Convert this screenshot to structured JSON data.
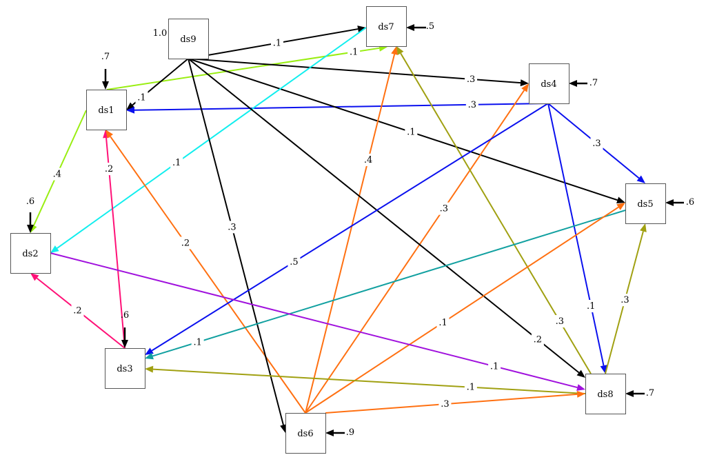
{
  "nodes": [
    {
      "id": "ds9",
      "label": "ds9",
      "error": "1.0"
    },
    {
      "id": "ds7",
      "label": "ds7",
      "error": ".5"
    },
    {
      "id": "ds4",
      "label": "ds4",
      "error": ".7"
    },
    {
      "id": "ds1",
      "label": "ds1",
      "error": ".7"
    },
    {
      "id": "ds5",
      "label": "ds5",
      "error": ".6"
    },
    {
      "id": "ds2",
      "label": "ds2",
      "error": ".6"
    },
    {
      "id": "ds3",
      "label": "ds3",
      "error": ".6"
    },
    {
      "id": "ds8",
      "label": "ds8",
      "error": ".7"
    },
    {
      "id": "ds6",
      "label": "ds6",
      "error": ".9"
    }
  ],
  "edges": [
    {
      "from": "ds9",
      "to": "ds7",
      "label": ".1",
      "color": "#000000"
    },
    {
      "from": "ds1",
      "to": "ds7",
      "label": ".1",
      "color": "#99ee11"
    },
    {
      "from": "ds9",
      "to": "ds1",
      "label": ".1",
      "color": "#000000"
    },
    {
      "from": "ds9",
      "to": "ds4",
      "label": ".3",
      "color": "#000000"
    },
    {
      "from": "ds4",
      "to": "ds1",
      "label": ".3",
      "color": "#0a10ee"
    },
    {
      "from": "ds9",
      "to": "ds5",
      "label": ".1",
      "color": "#000000"
    },
    {
      "from": "ds7",
      "to": "ds2",
      "label": ".1",
      "color": "#11eeee"
    },
    {
      "from": "ds4",
      "to": "ds5",
      "label": ".3",
      "color": "#0a10ee"
    },
    {
      "from": "ds1",
      "to": "ds2",
      "label": ".4",
      "color": "#99ee11"
    },
    {
      "from": "ds3",
      "to": "ds1",
      "label": ".2",
      "color": "#ff1177"
    },
    {
      "from": "ds6",
      "to": "ds1",
      "label": ".2",
      "color": "#ff7011"
    },
    {
      "from": "ds9",
      "to": "ds6",
      "label": ".3",
      "color": "#000000"
    },
    {
      "from": "ds6",
      "to": "ds7",
      "label": ".4",
      "color": "#ff7011"
    },
    {
      "from": "ds6",
      "to": "ds4",
      "label": ".3",
      "color": "#ff7011"
    },
    {
      "from": "ds8",
      "to": "ds7",
      "label": ".3",
      "color": "#a0a011"
    },
    {
      "from": "ds9",
      "to": "ds8",
      "label": ".2",
      "color": "#000000"
    },
    {
      "from": "ds4",
      "to": "ds3",
      "label": ".5",
      "color": "#0a10ee"
    },
    {
      "from": "ds4",
      "to": "ds8",
      "label": ".1",
      "color": "#0a10ee"
    },
    {
      "from": "ds5",
      "to": "ds3",
      "label": ".1",
      "color": "#11a0a0"
    },
    {
      "from": "ds6",
      "to": "ds5",
      "label": ".1",
      "color": "#ff7011"
    },
    {
      "from": "ds8",
      "to": "ds5",
      "label": ".3",
      "color": "#a0a011"
    },
    {
      "from": "ds2",
      "to": "ds8",
      "label": ".1",
      "color": "#a011dd"
    },
    {
      "from": "ds3",
      "to": "ds2",
      "label": ".2",
      "color": "#ff1177"
    },
    {
      "from": "ds8",
      "to": "ds3",
      "label": ".1",
      "color": "#a0a011"
    },
    {
      "from": "ds6",
      "to": "ds8",
      "label": ".3",
      "color": "#ff7011"
    }
  ]
}
